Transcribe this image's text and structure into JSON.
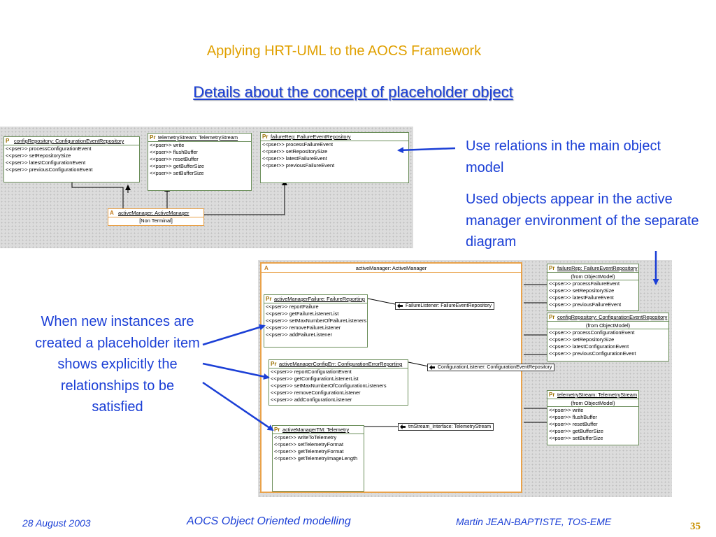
{
  "slide": {
    "title": "Applying HRT-UML to the AOCS Framework",
    "subtitle": "Details about the concept of placeholder object",
    "note_right_1": "Use relations in the main object model",
    "note_right_2": "Used objects appear in the active manager environment of the separate diagram",
    "note_left": "When new instances are created a placeholder item shows explicitly the relationships to be satisfied"
  },
  "footer": {
    "date": "28 August 2003",
    "center": "AOCS Object Oriented modelling",
    "author": "Martin JEAN-BAPTISTE, TOS-EME",
    "page": "35"
  },
  "top_diagram": {
    "config": {
      "icon": "P",
      "name": "configRepository: ConfigurationEventRepository",
      "rows": [
        "<<pser>> processConfigurationEvent",
        "<<pser>> setRepositorySize",
        "<<pser>> latestConfigurationEvent",
        "<<pser>> previousConfigurationEvent"
      ]
    },
    "telemetry": {
      "icon": "Pr",
      "name": "telemetryStream: TelemetryStream",
      "rows": [
        "<<pser>> write",
        "<<pser>> flushBuffer",
        "<<pser>> resetBuffer",
        "<<pser>> getBufferSize",
        "<<pser>> setBufferSize"
      ]
    },
    "failure": {
      "icon": "Pr",
      "name": "failureRep: FailureEventRepository",
      "rows": [
        "<<pser>> processFailureEvent",
        "<<pser>> setRepositorySize",
        "<<pser>> latestFailureEvent",
        "<<pser>> previousFailureEvent"
      ]
    },
    "manager": {
      "icon": "A",
      "name": "activeManager: ActiveManager",
      "sub": "[Non Terminal]"
    }
  },
  "bottom_diagram": {
    "container": {
      "icon": "A",
      "name": "activeManager: ActiveManager"
    },
    "failure_rep": {
      "icon": "Pr",
      "name": "activeManagerFailure: FailureReporting",
      "rows": [
        "<<pser>> reportFailure",
        "<<pser>> getFailureListenerList",
        "<<pser>> setMaxNumberOfFailureListeners",
        "<<pser>> removeFailureListener",
        "<<pser>> addFailureListener"
      ]
    },
    "config_err": {
      "icon": "Pr",
      "name": "activeManagerConfigErr: ConfigurationErrorReporting",
      "rows": [
        "<<pser>> reportConfigurationEvent",
        "<<pser>> getConfigurationListenerList",
        "<<pser>> setMaxNumberOfConfigurationListeners",
        "<<pser>> removeConfigurationListener",
        "<<pser>> addConfigurationListener"
      ]
    },
    "tm": {
      "icon": "Pr",
      "name": "activeManagerTM: Telemetry",
      "rows": [
        "<<pser>> writeToTelemetry",
        "<<pser>> setTelemetryFormat",
        "<<pser>> getTelemetryFormat",
        "<<pser>> getTelemetryImageLength"
      ]
    },
    "iface_failure": "FailureListener: FailureEventRepository",
    "iface_config": "ConfigurationListener: ConfigurationEventRepository",
    "iface_tm": "tmStream_Interface: TelemetryStream",
    "ext_failure": {
      "icon": "Pr",
      "name": "failureRep: FailureEventRepository",
      "sub": "(from ObjectModel)",
      "rows": [
        "<<pser>> processFailureEvent",
        "<<pser>> setRepositorySize",
        "<<pser>> latestFailureEvent",
        "<<pser>> previousFailureEvent"
      ]
    },
    "ext_config": {
      "icon": "Pr",
      "name": "configRepository: ConfigurationEventRepository",
      "sub": "(from ObjectModel)",
      "rows": [
        "<<pser>> processConfigurationEvent",
        "<<pser>> setRepositorySize",
        "<<pser>> latestConfigurationEvent",
        "<<pser>> previousConfigurationEvent"
      ]
    },
    "ext_telemetry": {
      "icon": "Pr",
      "name": "telemetryStream: TelemetryStream",
      "sub": "(from ObjectModel)",
      "rows": [
        "<<pser>> write",
        "<<pser>> flushBuffer",
        "<<pser>> resetBuffer",
        "<<pser>> getBufferSize",
        "<<pser>> setBufferSize"
      ]
    }
  },
  "colors": {
    "accent_blue": "#1b3fd6",
    "title_gold": "#e0a000",
    "box_border": "#6b8e5a",
    "active_border": "#e9a24a"
  }
}
